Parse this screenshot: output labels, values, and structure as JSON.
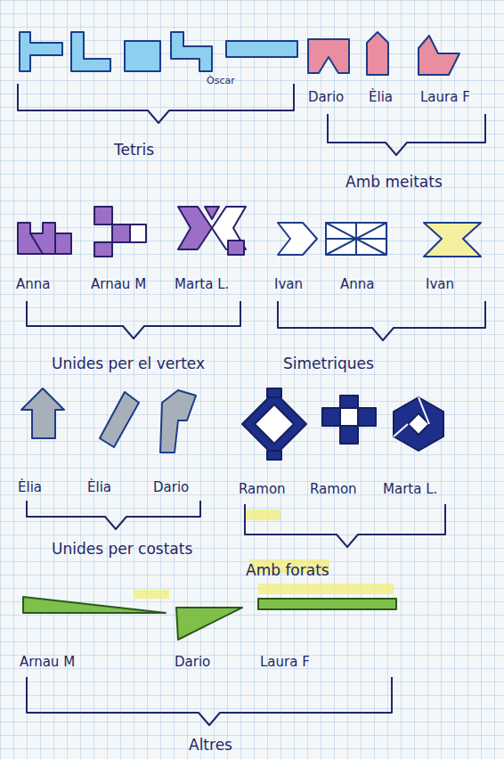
{
  "diagram": {
    "labels": [
      "Òscar",
      "Tetris",
      "Dario",
      "Èlia",
      "Laura F",
      "Amb meitats",
      "Anna",
      "Arnau M",
      "Marta L.",
      "Ivan",
      "Anna",
      "Ivan",
      "Unides per el vertex",
      "Simetriques",
      "Èlia",
      "Èlia",
      "Dario",
      "Ramon",
      "Ramon",
      "Marta L.",
      "Unides per costats",
      "Amb forats",
      "Arnau M",
      "Dario",
      "Laura F",
      "Altres"
    ]
  }
}
